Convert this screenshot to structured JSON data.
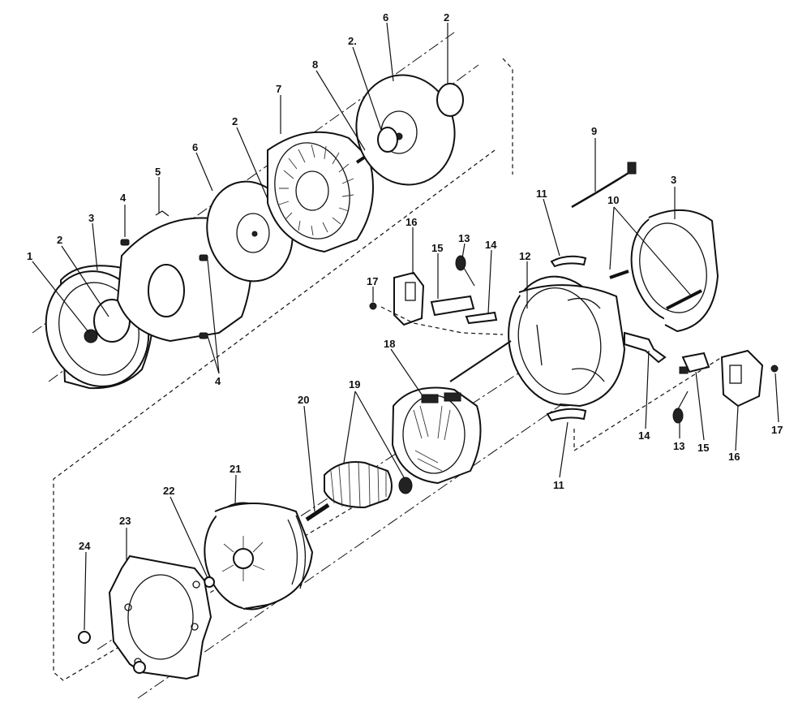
{
  "callouts": [
    {
      "id": "c1",
      "text": "1"
    },
    {
      "id": "c2a",
      "text": "2"
    },
    {
      "id": "c3a",
      "text": "3"
    },
    {
      "id": "c4a",
      "text": "4"
    },
    {
      "id": "c5",
      "text": "5"
    },
    {
      "id": "c6a",
      "text": "6"
    },
    {
      "id": "c2b",
      "text": "2"
    },
    {
      "id": "c7",
      "text": "7"
    },
    {
      "id": "c8",
      "text": "8"
    },
    {
      "id": "c2c",
      "text": "2."
    },
    {
      "id": "c6b",
      "text": "6"
    },
    {
      "id": "c2d",
      "text": "2"
    },
    {
      "id": "c4b",
      "text": "4"
    },
    {
      "id": "c9",
      "text": "9"
    },
    {
      "id": "c3b",
      "text": "3"
    },
    {
      "id": "c11a",
      "text": "11"
    },
    {
      "id": "c10",
      "text": "10"
    },
    {
      "id": "c16a",
      "text": "16"
    },
    {
      "id": "c15a",
      "text": "15"
    },
    {
      "id": "c13a",
      "text": "13"
    },
    {
      "id": "c14a",
      "text": "14"
    },
    {
      "id": "c12",
      "text": "12"
    },
    {
      "id": "c17a",
      "text": "17"
    },
    {
      "id": "c18",
      "text": "18"
    },
    {
      "id": "c19",
      "text": "19"
    },
    {
      "id": "c20",
      "text": "20"
    },
    {
      "id": "c21",
      "text": "21"
    },
    {
      "id": "c22",
      "text": "22"
    },
    {
      "id": "c23",
      "text": "23"
    },
    {
      "id": "c24",
      "text": "24"
    },
    {
      "id": "c14b",
      "text": "14"
    },
    {
      "id": "c13b",
      "text": "13"
    },
    {
      "id": "c15b",
      "text": "15"
    },
    {
      "id": "c16b",
      "text": "16"
    },
    {
      "id": "c17b",
      "text": "17"
    },
    {
      "id": "c11b",
      "text": "11"
    }
  ]
}
